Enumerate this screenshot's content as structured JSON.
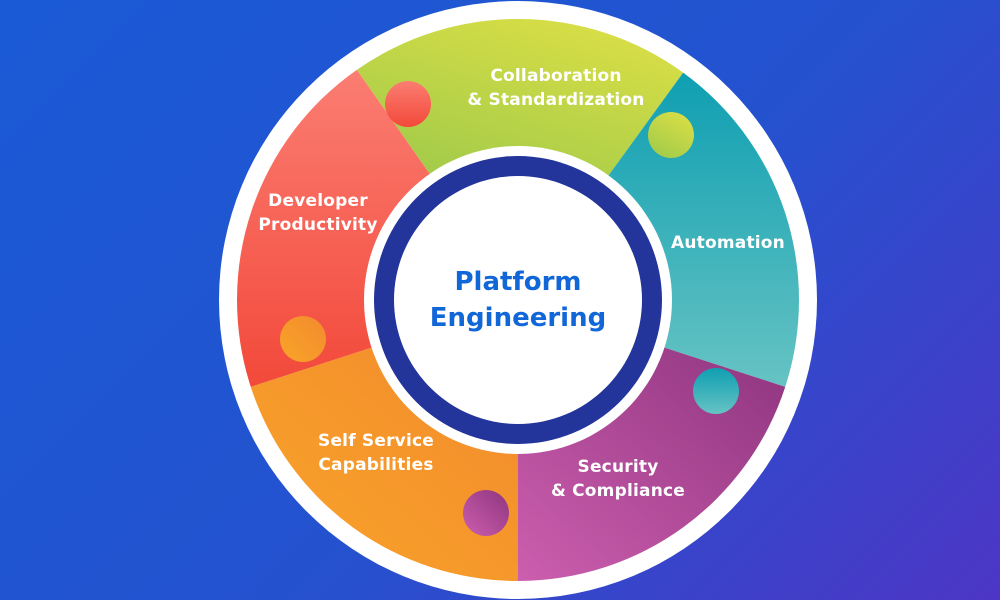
{
  "center": {
    "line1": "Platform",
    "line2": "Engineering"
  },
  "segments": [
    {
      "id": "collaboration",
      "line1": "Collaboration",
      "line2": "& Standardization",
      "color_a": "#9cc94a",
      "color_b": "#d6dd46"
    },
    {
      "id": "automation",
      "line1": "Automation",
      "line2": "",
      "color_a": "#0f9fb2",
      "color_b": "#66c3c3"
    },
    {
      "id": "security",
      "line1": "Security",
      "line2": "& Compliance",
      "color_a": "#8f357f",
      "color_b": "#cc5eae"
    },
    {
      "id": "self-service",
      "line1": "Self Service",
      "line2": "Capabilities",
      "color_a": "#f28a2c",
      "color_b": "#f9a52a"
    },
    {
      "id": "developer",
      "line1": "Developer",
      "line2": "Productivity",
      "color_a": "#f2493a",
      "color_b": "#fb7d72"
    }
  ],
  "colors": {
    "ring_border": "#23349a",
    "center_text": "#1167d8"
  }
}
